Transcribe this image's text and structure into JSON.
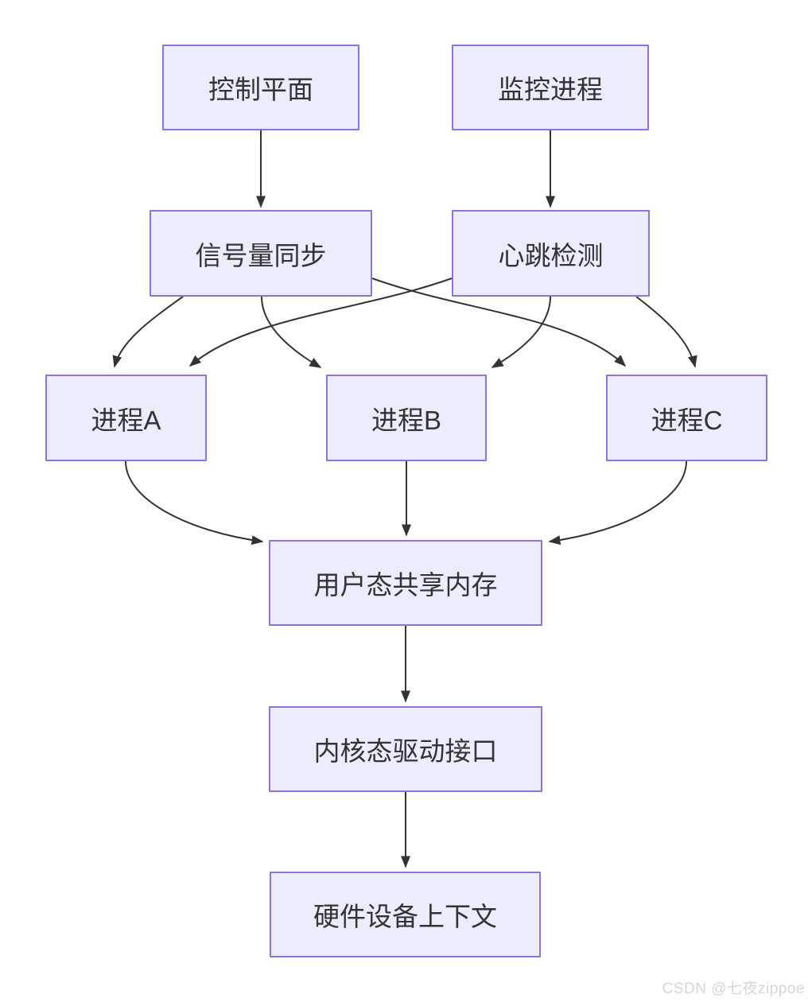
{
  "diagram": {
    "type": "flowchart",
    "direction": "top-down",
    "nodes": [
      {
        "id": "control-plane",
        "label": "控制平面"
      },
      {
        "id": "monitor-process",
        "label": "监控进程"
      },
      {
        "id": "semaphore-sync",
        "label": "信号量同步"
      },
      {
        "id": "heartbeat-detect",
        "label": "心跳检测"
      },
      {
        "id": "process-a",
        "label": "进程A"
      },
      {
        "id": "process-b",
        "label": "进程B"
      },
      {
        "id": "process-c",
        "label": "进程C"
      },
      {
        "id": "user-shared-memory",
        "label": "用户态共享内存"
      },
      {
        "id": "kernel-driver-interface",
        "label": "内核态驱动接口"
      },
      {
        "id": "hardware-device-context",
        "label": "硬件设备上下文"
      }
    ],
    "edges": [
      {
        "from": "控制平面",
        "to": "信号量同步"
      },
      {
        "from": "监控进程",
        "to": "心跳检测"
      },
      {
        "from": "信号量同步",
        "to": "进程A"
      },
      {
        "from": "信号量同步",
        "to": "进程B"
      },
      {
        "from": "信号量同步",
        "to": "进程C"
      },
      {
        "from": "心跳检测",
        "to": "进程A"
      },
      {
        "from": "心跳检测",
        "to": "进程B"
      },
      {
        "from": "心跳检测",
        "to": "进程C"
      },
      {
        "from": "进程A",
        "to": "用户态共享内存"
      },
      {
        "from": "进程B",
        "to": "用户态共享内存"
      },
      {
        "from": "进程C",
        "to": "用户态共享内存"
      },
      {
        "from": "用户态共享内存",
        "to": "内核态驱动接口"
      },
      {
        "from": "内核态驱动接口",
        "to": "硬件设备上下文"
      }
    ],
    "colors": {
      "node_fill": "#ECECFF",
      "node_border": "#9370DB",
      "edge_stroke": "#333333",
      "text": "#333333",
      "watermark": "#d6d6d6"
    }
  },
  "watermark": {
    "text": "CSDN @七夜zippoe"
  }
}
